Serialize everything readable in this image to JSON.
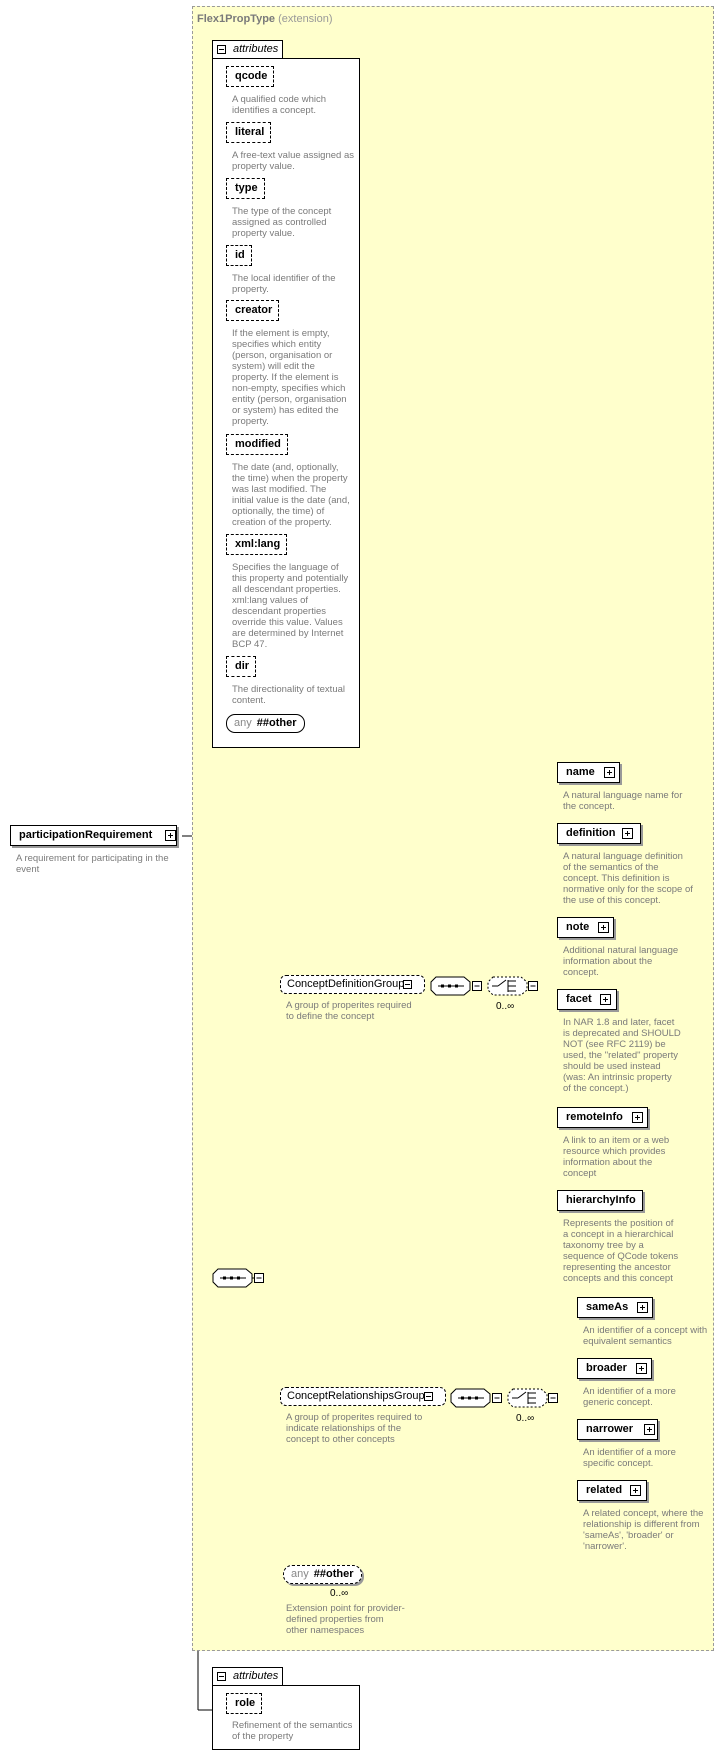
{
  "extension": {
    "type_name": "Flex1PropType",
    "tag": "(extension)"
  },
  "root": {
    "name": "participationRequirement",
    "description": "A requirement for participating in the event"
  },
  "attributes_panel_1": {
    "label": "attributes",
    "items": [
      {
        "name": "qcode",
        "description": "A qualified code which identifies a concept."
      },
      {
        "name": "literal",
        "description": "A free-text value assigned as property value."
      },
      {
        "name": "type",
        "description": "The type of the concept assigned as controlled property value."
      },
      {
        "name": "id",
        "description": "The local identifier of the property."
      },
      {
        "name": "creator",
        "description": "If the element is empty, specifies which entity (person, organisation or system) will edit the property. If the element is non-empty, specifies which entity (person, organisation or system) has edited the property."
      },
      {
        "name": "modified",
        "description": "The date (and, optionally, the time) when the property was last modified. The initial value is the date (and, optionally, the time) of creation of the property."
      },
      {
        "name": "xml:lang",
        "description": "Specifies the language of this property and potentially all descendant properties. xml:lang values of descendant properties override this value. Values are determined by Internet BCP 47."
      },
      {
        "name": "dir",
        "description": "The directionality of textual content."
      }
    ],
    "any": {
      "keyword": "any",
      "namespace": "##other"
    }
  },
  "concept_definition_group": {
    "name": "ConceptDefinitionGroup",
    "description": "A group of properites required to define the concept",
    "occurrence": "0..∞",
    "elements": [
      {
        "name": "name",
        "description": "A natural language name for the concept."
      },
      {
        "name": "definition",
        "description": "A natural language definition of the semantics of the concept. This definition is normative only for the scope of the use of this concept."
      },
      {
        "name": "note",
        "description": "Additional natural language information about the concept."
      },
      {
        "name": "facet",
        "description": "In NAR 1.8 and later, facet is deprecated and SHOULD NOT (see RFC 2119) be used, the \"related\" property should be used instead (was: An intrinsic property of the concept.)"
      },
      {
        "name": "remoteInfo",
        "description": "A link to an item or a web resource which provides information about the concept"
      },
      {
        "name": "hierarchyInfo",
        "description": "Represents the position of a concept in a hierarchical taxonomy tree by a sequence of QCode tokens representing the ancestor concepts and this concept"
      }
    ]
  },
  "concept_relationships_group": {
    "name": "ConceptRelationshipsGroup",
    "description": "A group of properites required to indicate relationships of the concept to other concepts",
    "occurrence": "0..∞",
    "elements": [
      {
        "name": "sameAs",
        "description": "An identifier of a concept with equivalent semantics"
      },
      {
        "name": "broader",
        "description": "An identifier of a more generic concept."
      },
      {
        "name": "narrower",
        "description": "An identifier of a more specific concept."
      },
      {
        "name": "related",
        "description": "A related concept, where the relationship is different from 'sameAs', 'broader' or 'narrower'."
      }
    ]
  },
  "any_other_element": {
    "keyword": "any",
    "namespace": "##other",
    "occurrence": "0..∞",
    "description": "Extension point for provider-defined properties from other namespaces"
  },
  "attributes_panel_2": {
    "label": "attributes",
    "items": [
      {
        "name": "role",
        "description": "Refinement of the semantics of the property"
      }
    ]
  }
}
